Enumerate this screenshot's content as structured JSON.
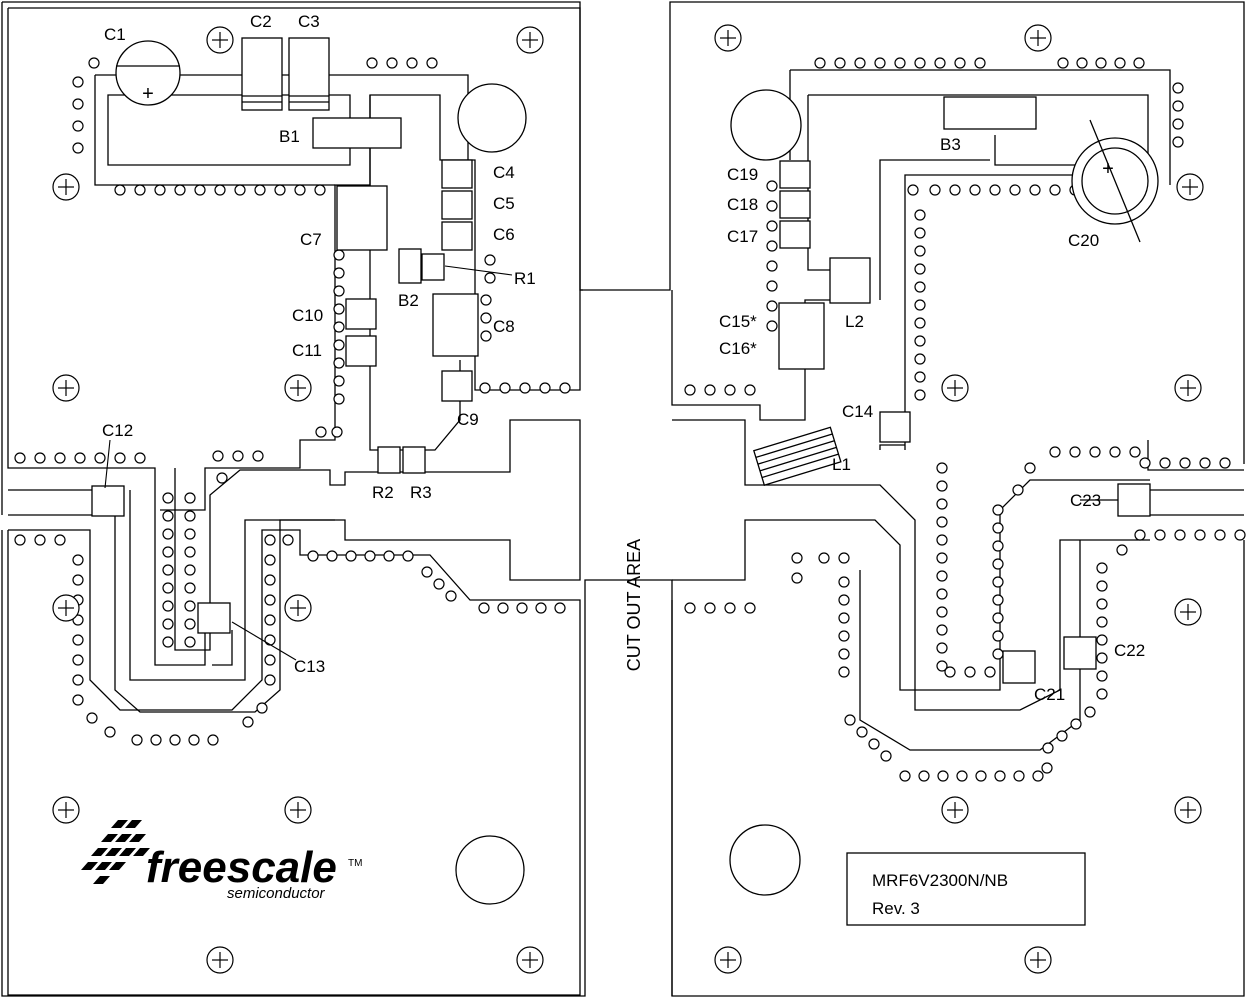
{
  "board": {
    "cutout_label": "CUT OUT AREA",
    "logo": {
      "brand": "freescale",
      "trademark": "TM",
      "tagline": "semiconductor"
    },
    "label_box": {
      "line1": "MRF6V2300N/NB",
      "line2": "Rev. 3"
    }
  },
  "components": {
    "C1": "C1",
    "C2": "C2",
    "C3": "C3",
    "B1": "B1",
    "C4": "C4",
    "C5": "C5",
    "C6": "C6",
    "C7": "C7",
    "R1": "R1",
    "B2": "B2",
    "C8": "C8",
    "C9": "C9",
    "C10": "C10",
    "C11": "C11",
    "C12": "C12",
    "C13": "C13",
    "R2": "R2",
    "R3": "R3",
    "B3": "B3",
    "C19": "C19",
    "C18": "C18",
    "C17": "C17",
    "C20": "C20",
    "C15": "C15*",
    "C16": "C16*",
    "L2": "L2",
    "C14": "C14",
    "L1": "L1",
    "C23": "C23",
    "C22": "C22",
    "C21": "C21"
  },
  "polarity_mark": "+",
  "colors": {
    "ink": "#000000",
    "paper": "#ffffff"
  }
}
